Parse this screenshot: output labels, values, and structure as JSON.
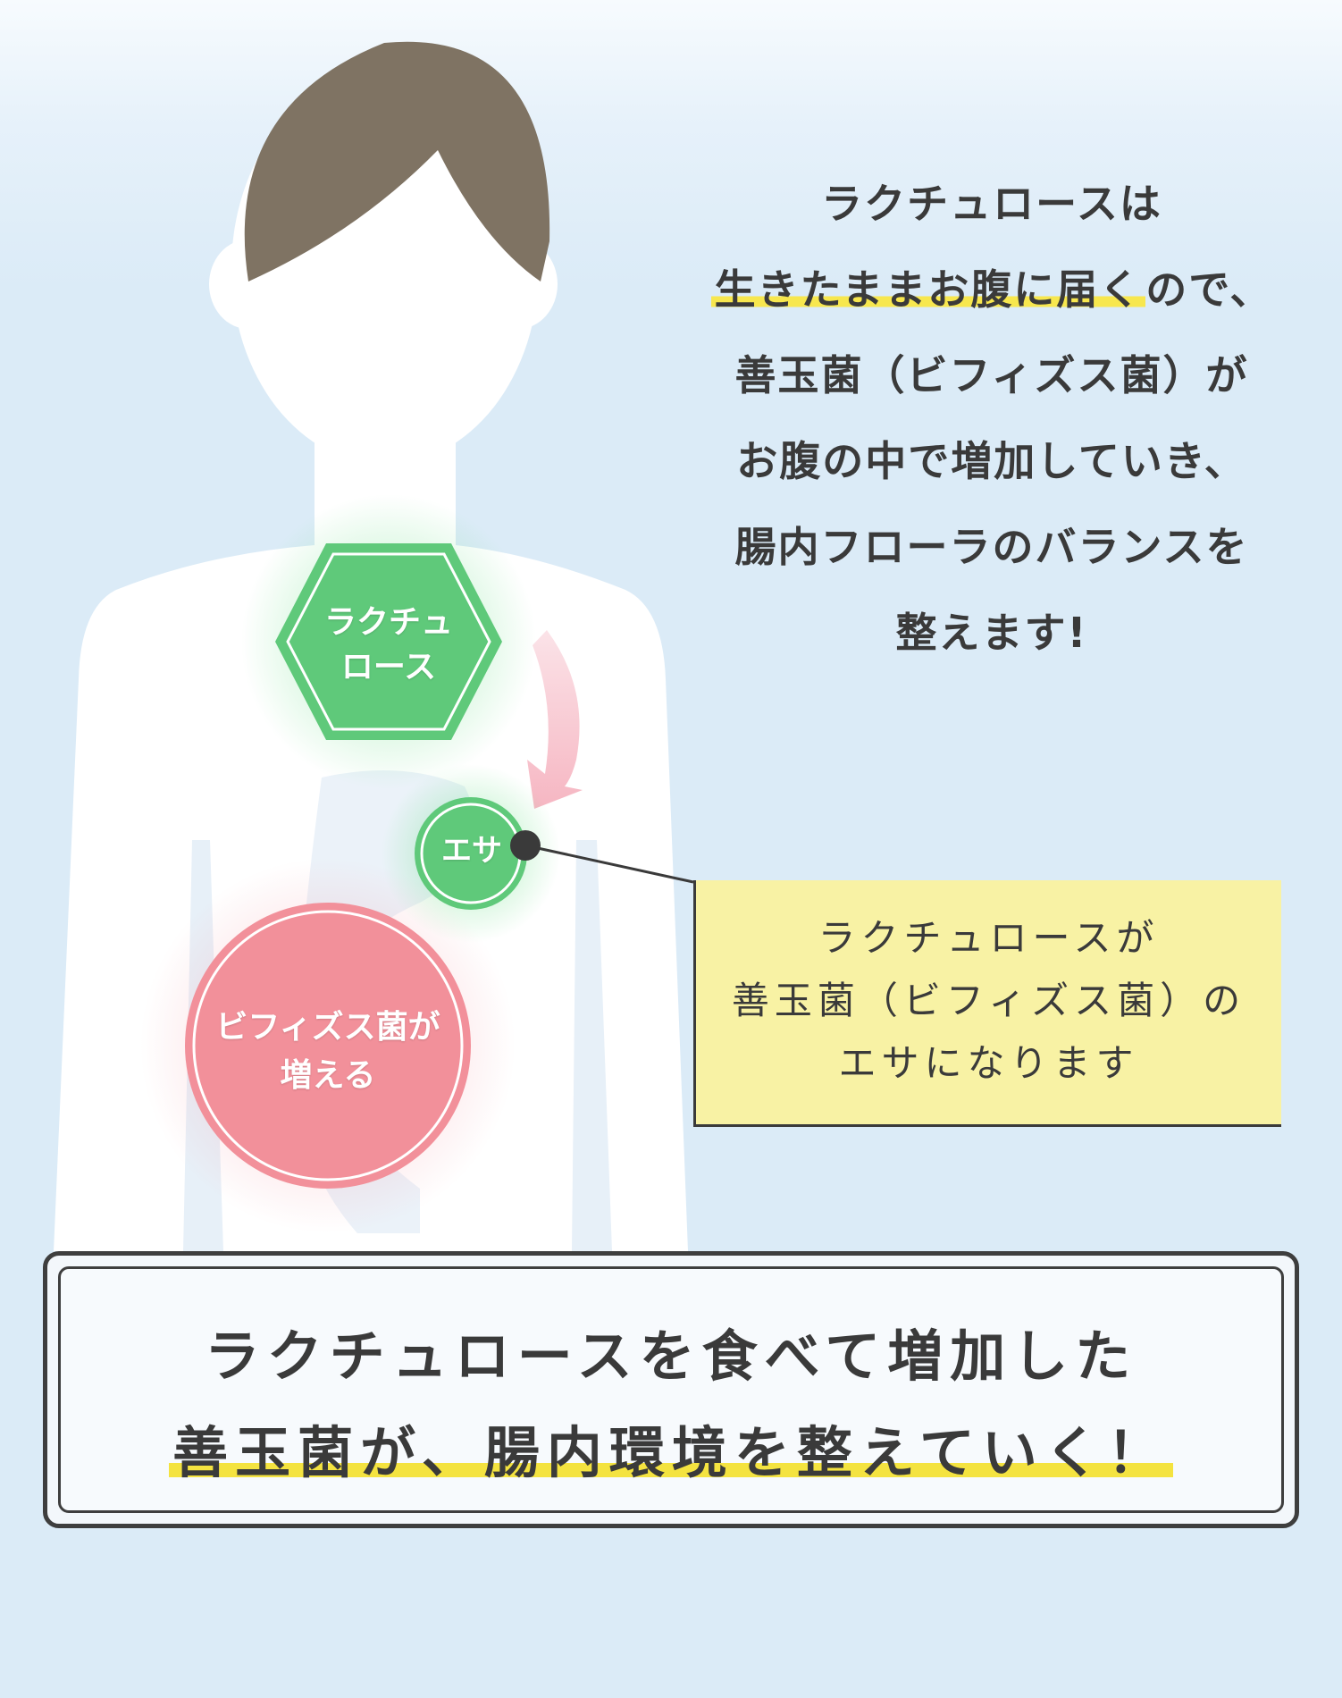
{
  "headline": {
    "line1": "ラクチュロースは",
    "line2_highlight": "生きたままお腹に届く",
    "line2_rest": "ので、",
    "line3": "善玉菌（ビフィズス菌）が",
    "line4": "お腹の中で増加していき、",
    "line5": "腸内フローラのバランスを",
    "line6": "整えます!"
  },
  "diagram": {
    "lactulose_label_1": "ラクチュ",
    "lactulose_label_2": "ロース",
    "esa_label": "エサ",
    "bifido_label_1": "ビフィズス菌が",
    "bifido_label_2": "増える"
  },
  "callout": {
    "line1": "ラクチュロースが",
    "line2": "善玉菌（ビフィズス菌）の",
    "line3": "エサになります"
  },
  "summary": {
    "line1": "ラクチュロースを食べて増加した",
    "line2": "善玉菌が、腸内環境を整えていく！"
  },
  "colors": {
    "hair": "#7f7363",
    "green": "#5fc97a",
    "pink": "#f2909a",
    "callout_bg": "#f8f2a4",
    "highlight": "#f7e74e",
    "text": "#3a3a3a"
  }
}
